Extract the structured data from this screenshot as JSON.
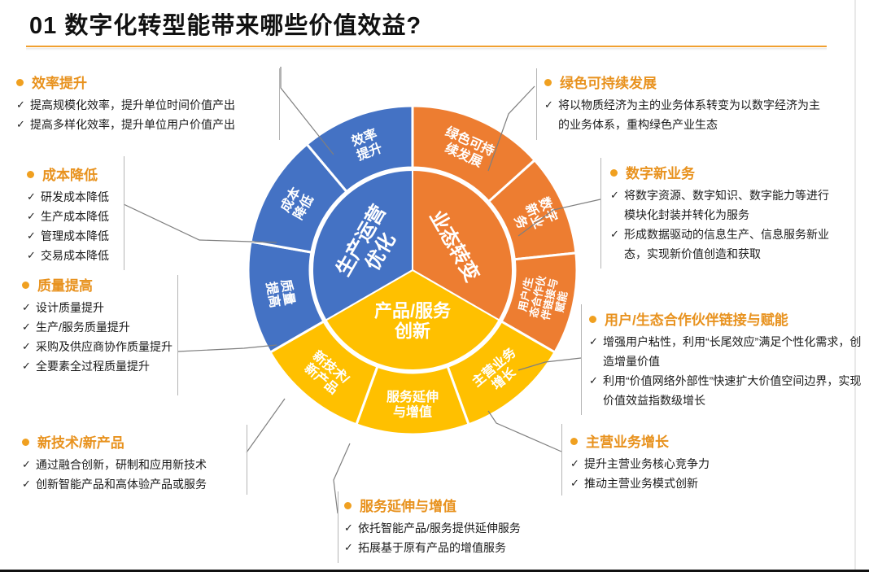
{
  "title": "01 数字化转型能带来哪些价值效益?",
  "colors": {
    "blue": "#4472c4",
    "blue_light": "#5b85d0",
    "orange": "#ed7d31",
    "orange_light": "#f08c45",
    "yellow": "#ffc000",
    "yellow_light": "#ffc727",
    "heading": "#e8921e",
    "accent_line": "#f0a030"
  },
  "wheel": {
    "inner": {
      "blue": "生产运营优化",
      "orange": "业态转变",
      "yellow": "产品/服务创新"
    },
    "outer": {
      "efficiency": "效率提升",
      "cost": "成本降低",
      "quality": "质量提高",
      "green": "绿色可持续发展",
      "digital": "数字新业务",
      "ecosystem": "用户/生态合作伙伴链接与赋能",
      "new_tech": "新技术/新产品",
      "service": "服务延伸与增值",
      "main_biz": "主营业务增长"
    }
  },
  "blocks": {
    "efficiency": {
      "heading": "效率提升",
      "items": [
        "提高规模化效率，提升单位时间价值产出",
        "提高多样化效率，提升单位用户价值产出"
      ]
    },
    "cost": {
      "heading": "成本降低",
      "items": [
        "研发成本降低",
        "生产成本降低",
        "管理成本降低",
        "交易成本降低"
      ]
    },
    "quality": {
      "heading": "质量提高",
      "items": [
        "设计质量提升",
        "生产/服务质量提升",
        "采购及供应商协作质量提升",
        "全要素全过程质量提升"
      ]
    },
    "new_tech": {
      "heading": "新技术/新产品",
      "items": [
        "通过融合创新，研制和应用新技术",
        "创新智能产品和高体验产品或服务"
      ]
    },
    "service": {
      "heading": "服务延伸与增值",
      "items": [
        "依托智能产品/服务提供延伸服务",
        "拓展基于原有产品的增值服务"
      ]
    },
    "green": {
      "heading": "绿色可持续发展",
      "items": [
        "将以物质经济为主的业务体系转变为以数字经济为主的业务体系，重构绿色产业生态"
      ]
    },
    "digital": {
      "heading": "数字新业务",
      "items": [
        "将数字资源、数字知识、数字能力等进行模块化封装并转化为服务",
        "形成数据驱动的信息生产、信息服务新业态，实现新价值创造和获取"
      ]
    },
    "ecosystem": {
      "heading": "用户/生态合作伙伴链接与赋能",
      "items": [
        "增强用户粘性，利用“长尾效应”满足个性化需求，创造增量价值",
        "利用“价值网络外部性”快速扩大价值空间边界，实现价值效益指数级增长"
      ]
    },
    "main_biz": {
      "heading": "主营业务增长",
      "items": [
        "提升主营业务核心竞争力",
        "推动主营业务模式创新"
      ]
    }
  },
  "check_glyph": "✓"
}
